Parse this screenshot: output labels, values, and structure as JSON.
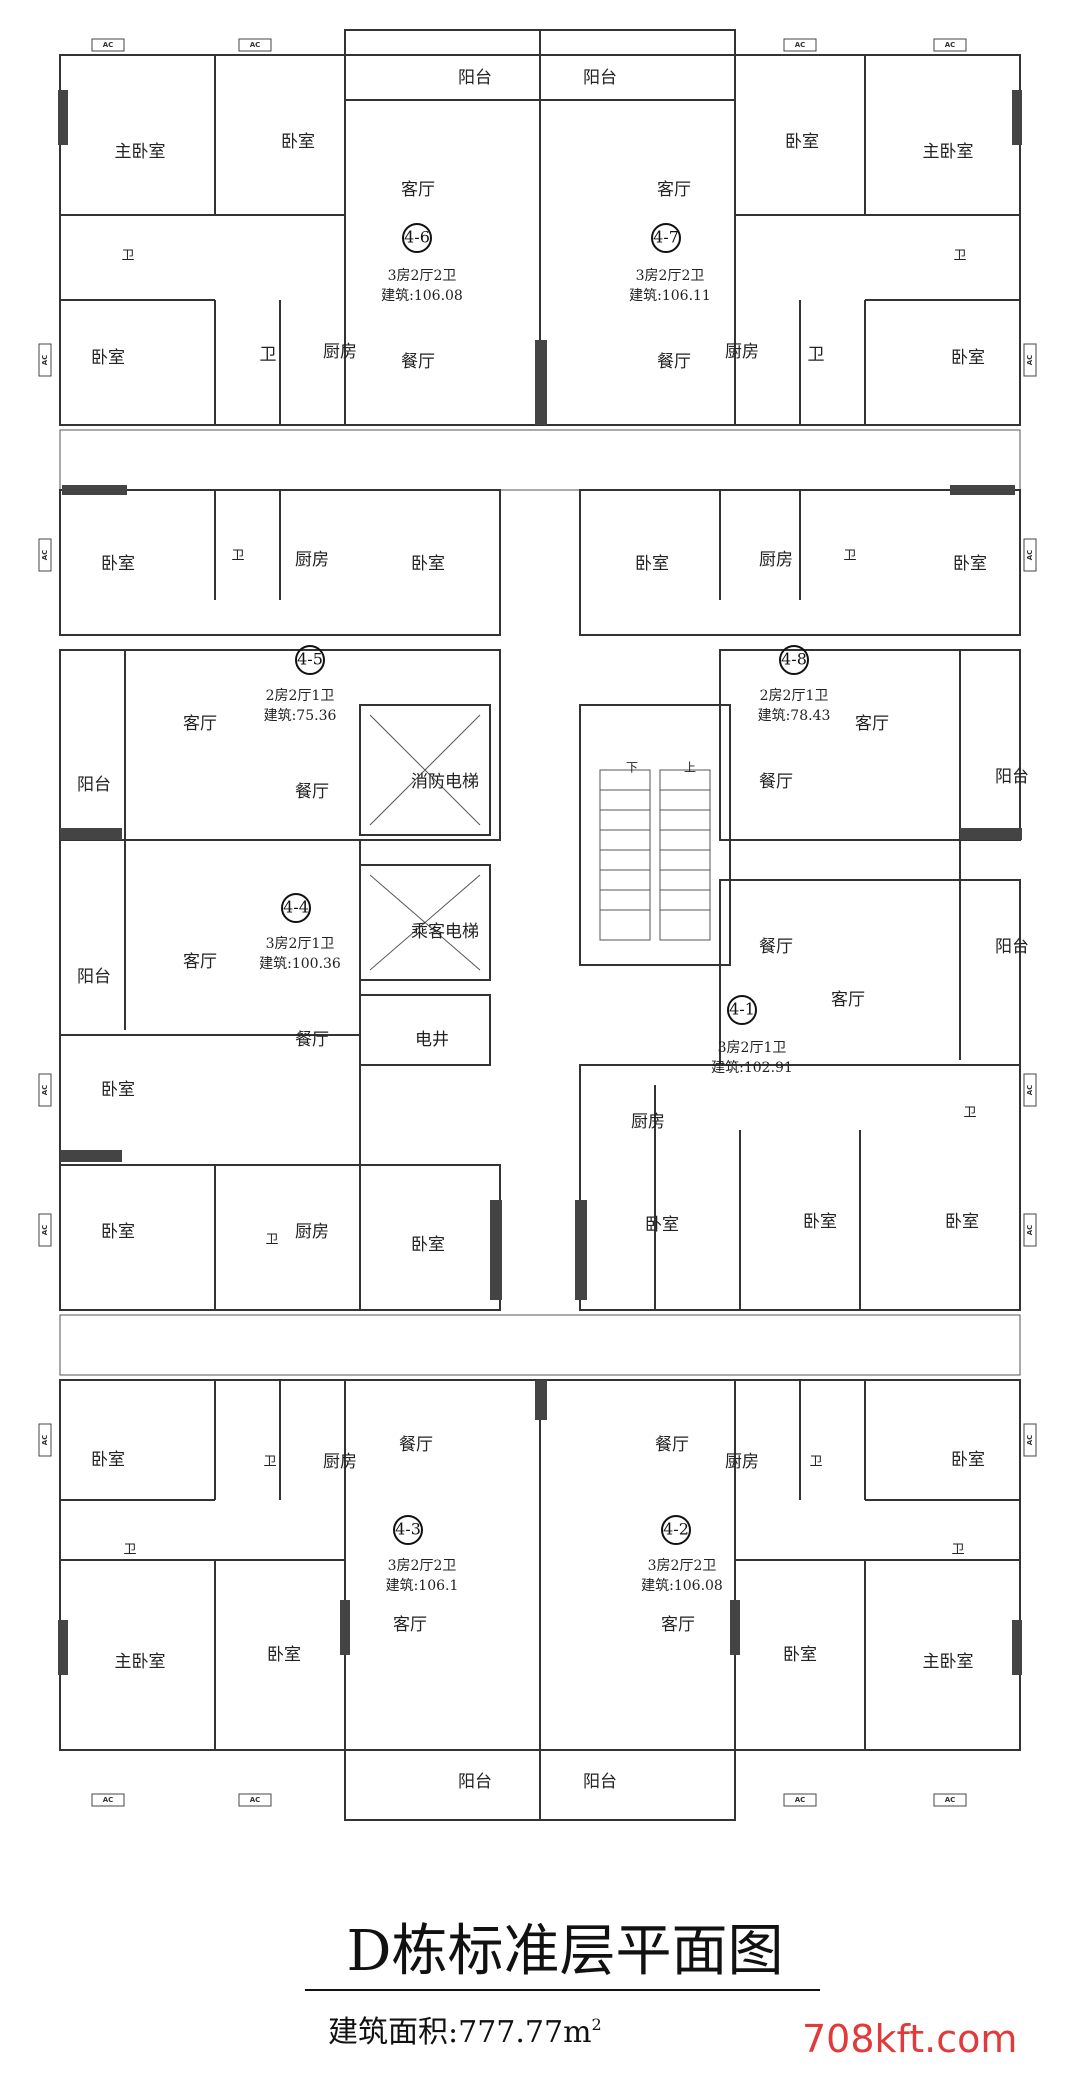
{
  "title": "D栋标准层平面图",
  "subtitle": {
    "label": "建筑面积:777.77m",
    "superscript": "2"
  },
  "watermark": "708kft.com",
  "colors": {
    "line": "#333333",
    "watermark": "#e03a3a"
  },
  "ac_label": "AC",
  "units": [
    {
      "id": "4-6",
      "layout": "3房2厅2卫",
      "area": "建筑:106.08"
    },
    {
      "id": "4-7",
      "layout": "3房2厅2卫",
      "area": "建筑:106.11"
    },
    {
      "id": "4-5",
      "layout": "2房2厅1卫",
      "area": "建筑:75.36"
    },
    {
      "id": "4-8",
      "layout": "2房2厅1卫",
      "area": "建筑:78.43"
    },
    {
      "id": "4-4",
      "layout": "3房2厅1卫",
      "area": "建筑:100.36"
    },
    {
      "id": "4-1",
      "layout": "3房2厅1卫",
      "area": "建筑:102.91"
    },
    {
      "id": "4-3",
      "layout": "3房2厅2卫",
      "area": "建筑:106.1"
    },
    {
      "id": "4-2",
      "layout": "3房2厅2卫",
      "area": "建筑:106.08"
    }
  ],
  "rooms": {
    "u46": [
      "阳台",
      "主卧室",
      "卧室",
      "客厅",
      "卧室",
      "卫",
      "厨房",
      "餐厅",
      "卫"
    ],
    "u47": [
      "阳台",
      "卧室",
      "主卧室",
      "客厅",
      "厨房",
      "卫",
      "餐厅",
      "卧室",
      "卫"
    ],
    "u45": [
      "卧室",
      "卫",
      "厨房",
      "卧室",
      "客厅",
      "餐厅",
      "阳台"
    ],
    "u48": [
      "卧室",
      "厨房",
      "卫",
      "卧室",
      "客厅",
      "餐厅",
      "阳台"
    ],
    "core": [
      "消防电梯",
      "乘客电梯",
      "电井"
    ],
    "u44": [
      "客厅",
      "阳台",
      "餐厅",
      "卧室",
      "卧室",
      "卫",
      "厨房",
      "卧室"
    ],
    "u41": [
      "餐厅",
      "客厅",
      "阳台",
      "厨房",
      "卫",
      "卧室",
      "卧室",
      "卧室"
    ],
    "u43": [
      "卧室",
      "卫",
      "厨房",
      "餐厅",
      "卫",
      "主卧室",
      "卧室",
      "客厅",
      "阳台"
    ],
    "u42": [
      "餐厅",
      "厨房",
      "卫",
      "卧室",
      "卫",
      "客厅",
      "卧室",
      "主卧室",
      "阳台"
    ]
  },
  "stair_labels": [
    "下",
    "上"
  ]
}
